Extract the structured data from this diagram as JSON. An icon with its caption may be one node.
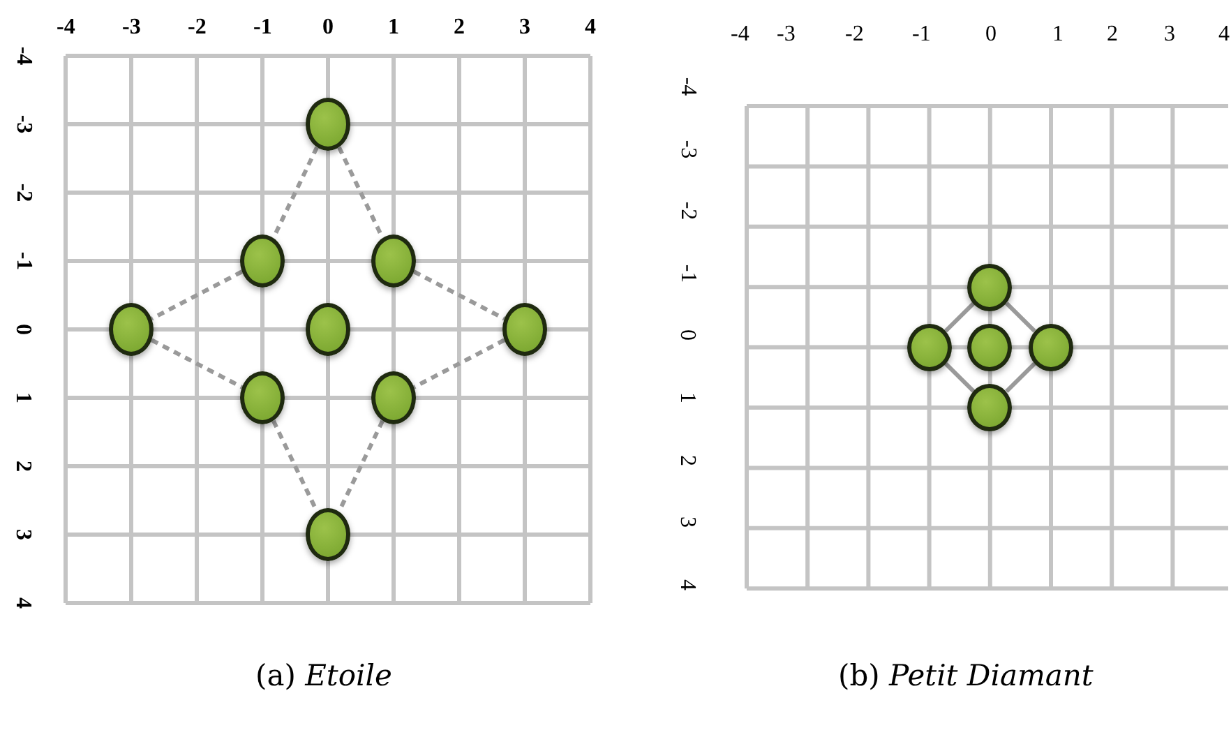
{
  "diagram": {
    "nodes": [
      {
        "text": [],
        "shape": "circle"
      },
      {
        "text": [],
        "shape": "circle"
      },
      {
        "text": [],
        "shape": "circle"
      },
      {
        "text": [],
        "shape": "circle"
      },
      {
        "text": [],
        "shape": "circle"
      },
      {
        "text": [],
        "shape": "circle"
      },
      {
        "text": [],
        "shape": "circle"
      },
      {
        "text": [],
        "shape": "circle"
      },
      {
        "text": [],
        "shape": "circle"
      },
      {
        "text": [],
        "shape": "circle"
      },
      {
        "text": [],
        "shape": "circle"
      },
      {
        "text": [],
        "shape": "circle"
      },
      {
        "text": [],
        "shape": "circle"
      },
      {
        "text": [],
        "shape": "circle"
      }
    ],
    "edges": [
      {
        "from": 0,
        "to": 1,
        "arrow": "none",
        "style": "dashed"
      },
      {
        "from": 0,
        "to": 2,
        "arrow": "none",
        "style": "dashed"
      },
      {
        "from": 1,
        "to": 3,
        "arrow": "none",
        "style": "dashed"
      },
      {
        "from": 2,
        "to": 5,
        "arrow": "none",
        "style": "dashed"
      },
      {
        "from": 3,
        "to": 6,
        "arrow": "none",
        "style": "dashed"
      },
      {
        "from": 5,
        "to": 7,
        "arrow": "none",
        "style": "dashed"
      },
      {
        "from": 6,
        "to": 8,
        "arrow": "none",
        "style": "dashed"
      },
      {
        "from": 7,
        "to": 8,
        "arrow": "none",
        "style": "dashed"
      },
      {
        "from": 9,
        "to": 10,
        "arrow": "none"
      },
      {
        "from": 9,
        "to": 12,
        "arrow": "none"
      },
      {
        "from": 10,
        "to": 13,
        "arrow": "none"
      },
      {
        "from": 12,
        "to": 13,
        "arrow": "none"
      }
    ],
    "labels": [
      "-4",
      "-3",
      "-2",
      "-1",
      "0",
      "1",
      "2",
      "3",
      "4",
      "-4",
      "-3",
      "-2",
      "-1",
      "0",
      "1",
      "2",
      "3",
      "4",
      "-4",
      "-3",
      "-2",
      "-1",
      "0",
      "1",
      "2",
      "3",
      "4",
      "-4",
      "-3",
      "-2",
      "-1",
      "0",
      "1",
      "2",
      "3",
      "4",
      "(a) *Etoile*",
      "(b) *Petit Diamant*"
    ]
  }
}
